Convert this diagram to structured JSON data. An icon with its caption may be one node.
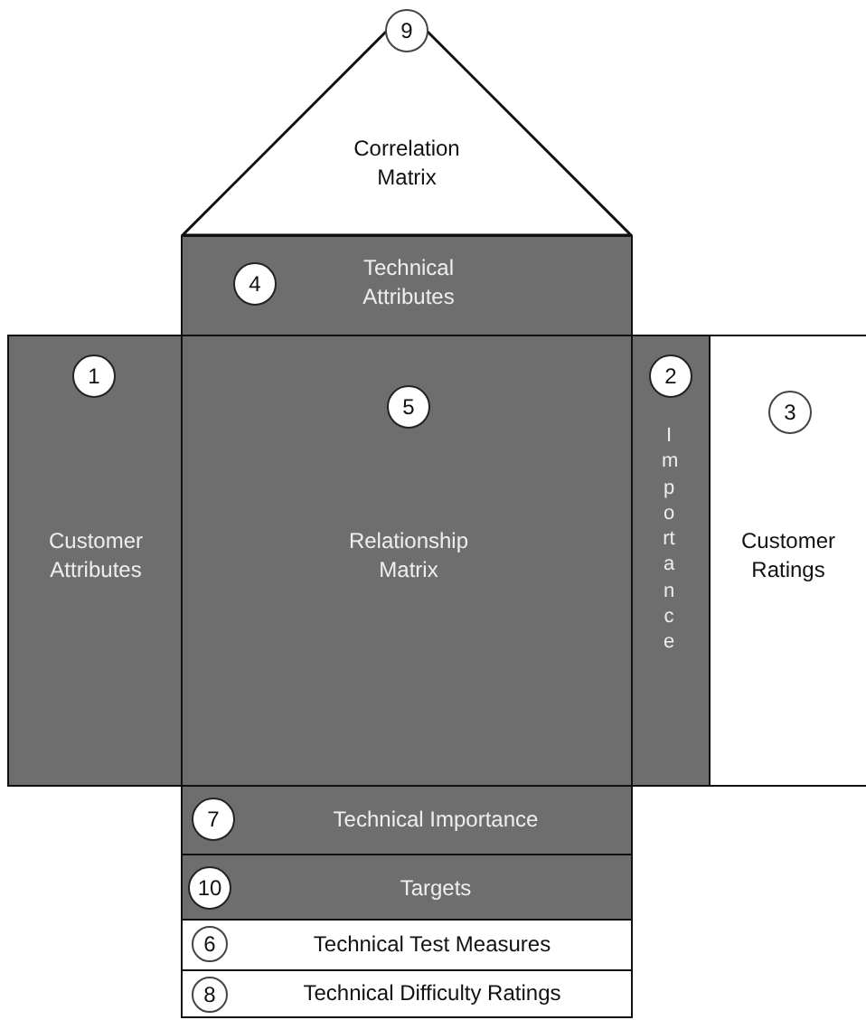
{
  "diagram": {
    "nodes": [
      {
        "text": [
          "9",
          "Correlation Matrix"
        ]
      },
      {
        "text": [
          "4",
          "Technical Attributes"
        ]
      },
      {
        "text": [
          "1",
          "Customer Attributes"
        ]
      },
      {
        "text": [
          "5",
          "Relationship Matrix"
        ]
      },
      {
        "text": [
          "2",
          "Importance"
        ]
      },
      {
        "text": [
          "3",
          "Customer Ratings"
        ]
      },
      {
        "text": [
          "7",
          "Technical Importance"
        ]
      },
      {
        "text": [
          "10",
          "Targets"
        ]
      },
      {
        "text": [
          "6",
          "Technical Test Measures"
        ]
      },
      {
        "text": [
          "8",
          "Technical Difficulty Ratings"
        ]
      }
    ]
  }
}
